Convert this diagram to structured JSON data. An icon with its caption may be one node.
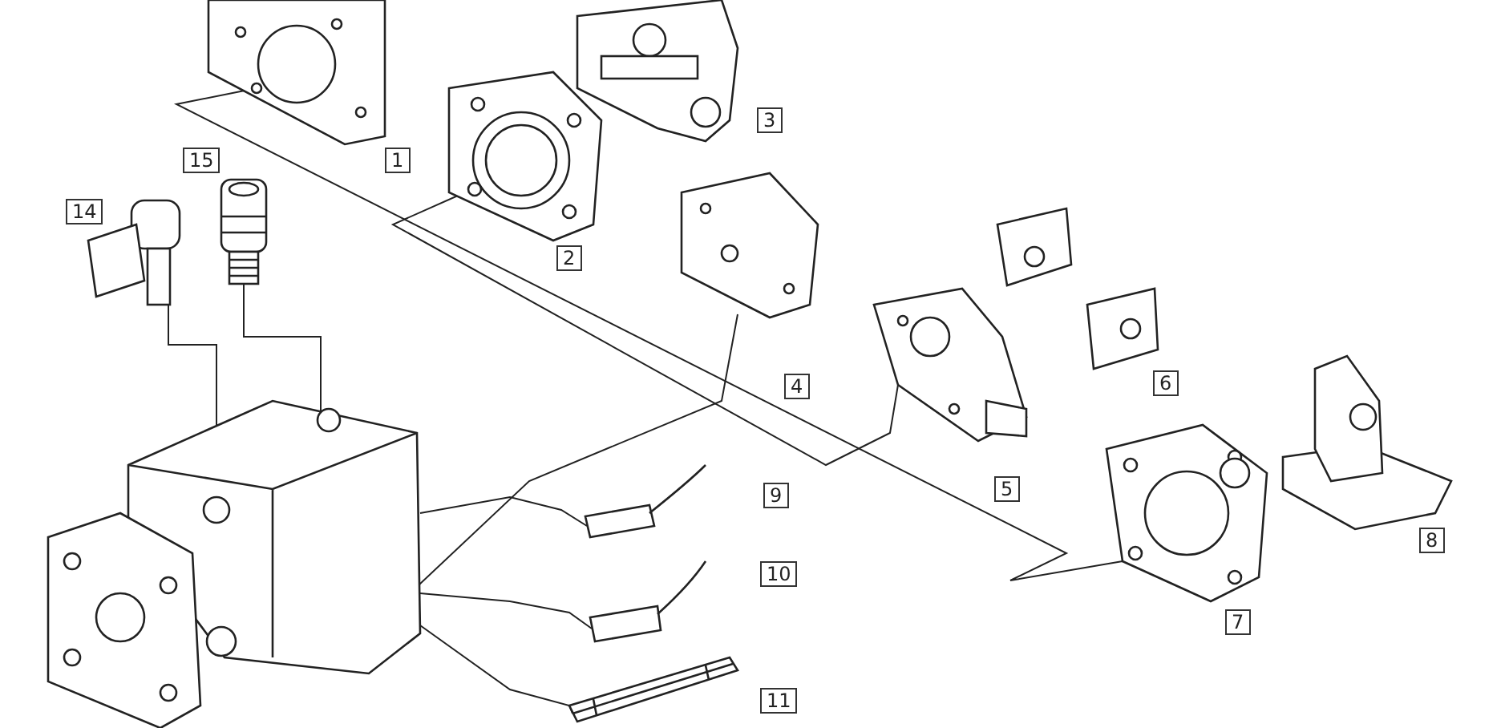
{
  "diagram": {
    "nodes": [
      {
        "text": [
          "1"
        ]
      },
      {
        "text": [
          "2"
        ]
      },
      {
        "text": [
          "3"
        ]
      },
      {
        "text": [
          "4"
        ]
      },
      {
        "text": [
          "5"
        ]
      },
      {
        "text": [
          "6"
        ]
      },
      {
        "text": [
          "7"
        ]
      },
      {
        "text": [
          "8"
        ]
      },
      {
        "text": [
          "9"
        ]
      },
      {
        "text": [
          "10"
        ]
      },
      {
        "text": [
          "11"
        ]
      },
      {
        "text": [
          "14"
        ]
      },
      {
        "text": [
          "15"
        ]
      },
      {
        "text": [],
        "shape": "picture"
      },
      {
        "text": [],
        "shape": "picture"
      },
      {
        "text": [],
        "shape": "picture"
      },
      {
        "text": [],
        "shape": "picture"
      },
      {
        "text": [],
        "shape": "picture"
      },
      {
        "text": [],
        "shape": "picture"
      },
      {
        "text": [],
        "shape": "picture"
      },
      {
        "text": [],
        "shape": "picture"
      },
      {
        "text": [],
        "shape": "picture"
      },
      {
        "text": [],
        "shape": "picture"
      },
      {
        "text": [],
        "shape": "picture"
      },
      {
        "text": [],
        "shape": "picture"
      },
      {
        "text": [],
        "shape": "picture"
      },
      {
        "text": [],
        "shape": "picture"
      },
      {
        "text": [],
        "shape": "picture"
      }
    ],
    "edges": [
      {
        "from": 13,
        "to": 20,
        "arrow": "none"
      },
      {
        "from": 14,
        "to": 17,
        "arrow": "none"
      },
      {
        "from": 27,
        "to": 16,
        "arrow": "none"
      },
      {
        "from": 27,
        "to": 22,
        "arrow": "none"
      },
      {
        "from": 27,
        "to": 23,
        "arrow": "none"
      },
      {
        "from": 27,
        "to": 24,
        "arrow": "none"
      },
      {
        "from": 25,
        "to": 27,
        "arrow": "none"
      },
      {
        "from": 26,
        "to": 27,
        "arrow": "none"
      }
    ]
  }
}
